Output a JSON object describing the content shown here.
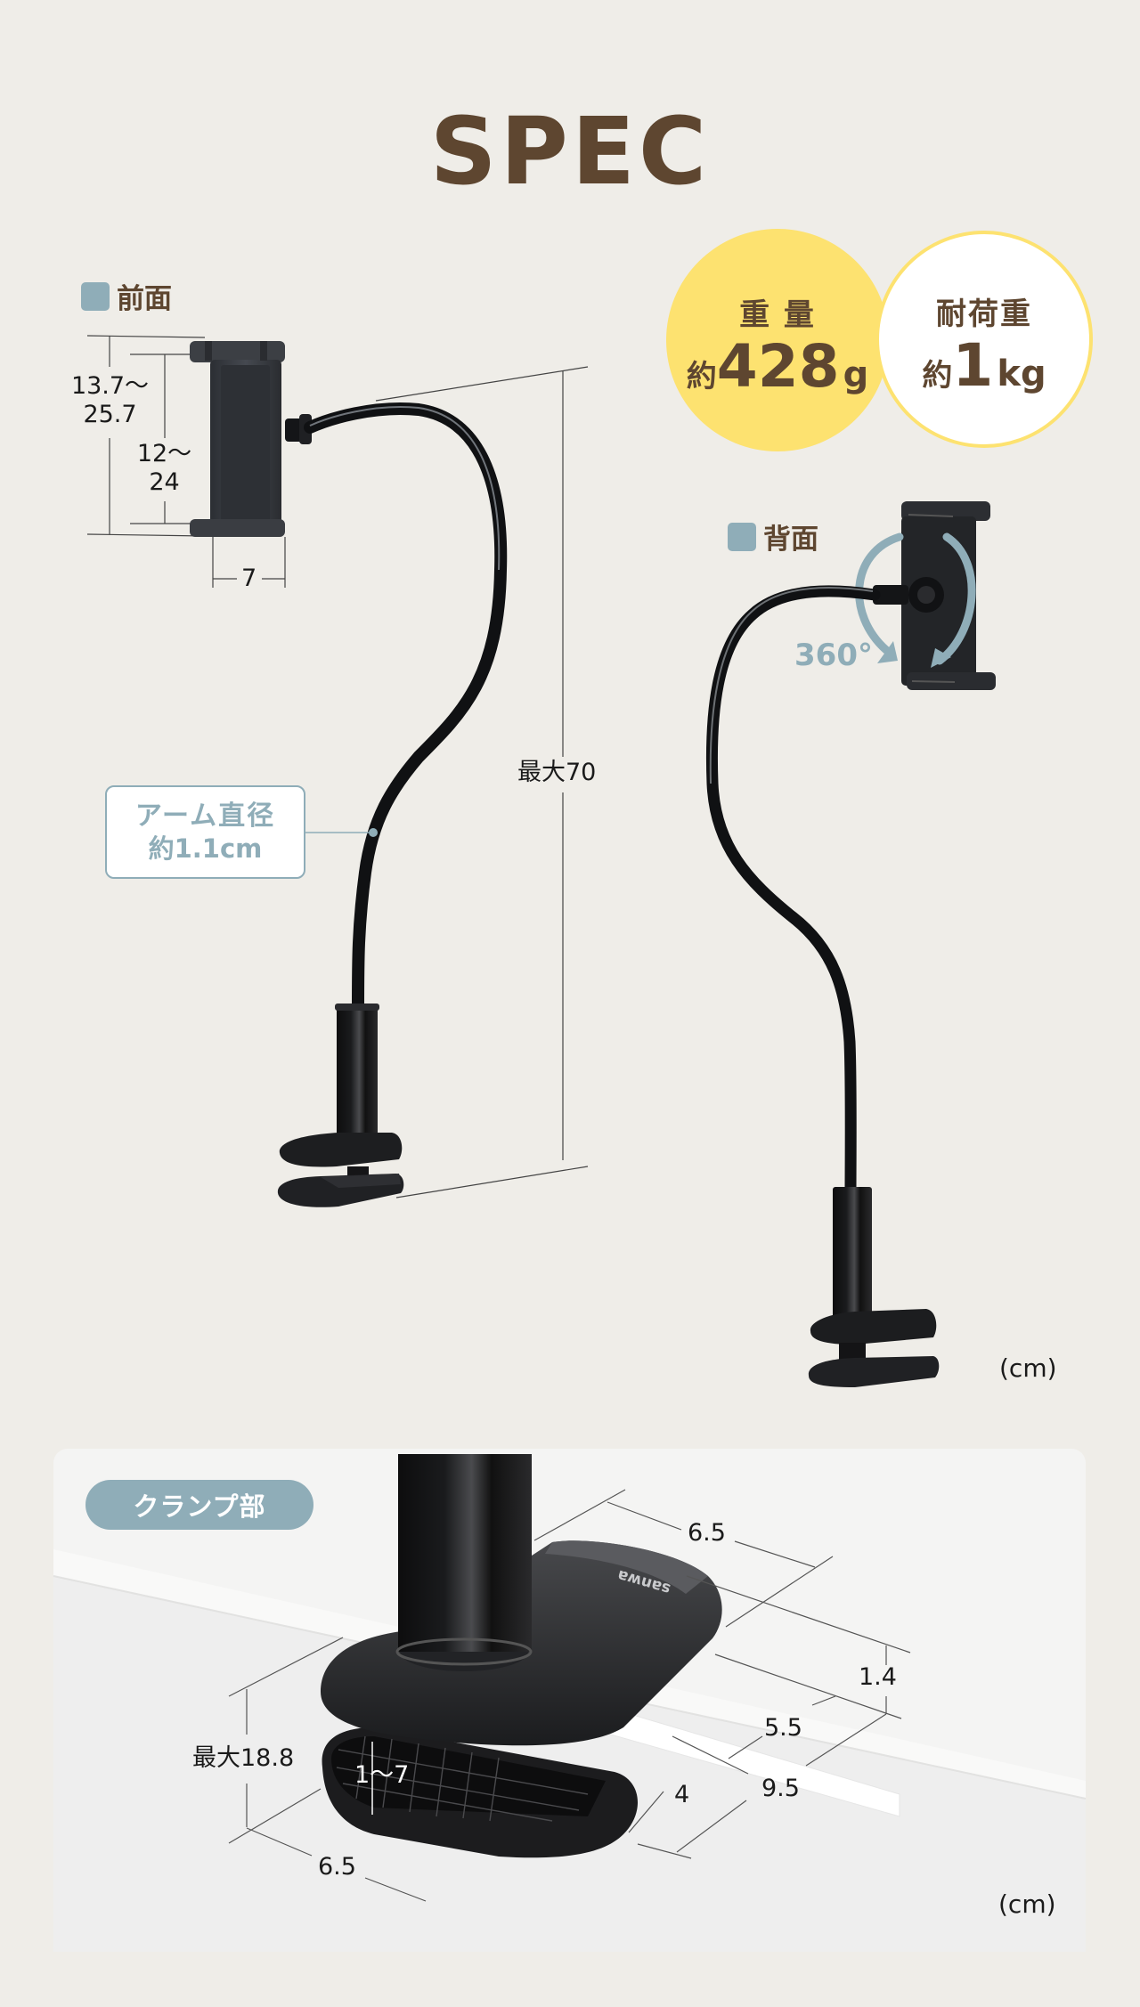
{
  "header": {
    "title": "SPEC"
  },
  "front_view": {
    "label": "前面",
    "dims": {
      "outer_height_line1": "13.7〜",
      "outer_height_line2": "25.7",
      "inner_height_line1": "12〜",
      "inner_height_line2": "24",
      "holder_depth": "7",
      "max_length": "最大70"
    },
    "arm_callout": {
      "line1": "アーム直径",
      "line2": "約1.1cm"
    }
  },
  "badges": [
    {
      "label": "重 量",
      "prefix": "約",
      "value": "428",
      "unit": "g",
      "bg": "#fde270"
    },
    {
      "label": "耐荷重",
      "prefix": "約",
      "value": "1",
      "unit": "kg",
      "bg": "#ffffff"
    }
  ],
  "back_view": {
    "label": "背面",
    "rotation": "360°"
  },
  "top_unit": "(cm)",
  "clamp_section": {
    "label": "クランプ部",
    "brand_mark": "sanwa",
    "dims": {
      "top_width": "6.5",
      "thickness": "1.4",
      "depth_inner": "5.5",
      "depth_total": "9.5",
      "pad_depth": "4",
      "bottom_width": "6.5",
      "max_height": "最大18.8",
      "clamp_range": "1〜7"
    },
    "unit": "(cm)"
  },
  "colors": {
    "background": "#efede8",
    "brown_text": "#5e4630",
    "accent_blue": "#8fadb8",
    "accent_yellow": "#fde270"
  }
}
